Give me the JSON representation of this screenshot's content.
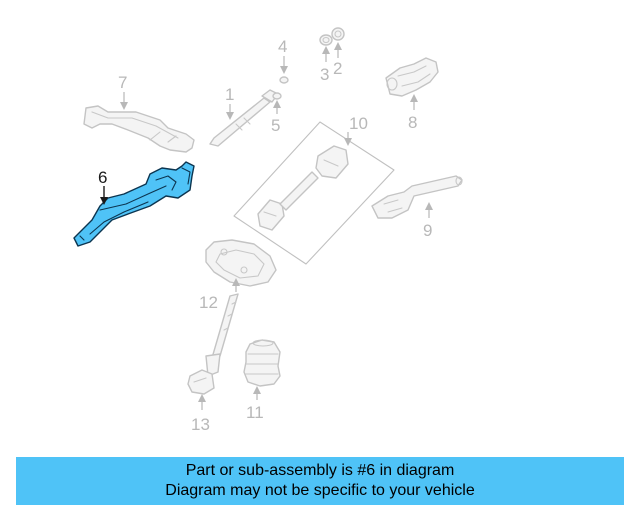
{
  "diagram": {
    "highlighted_part": "6",
    "callouts": {
      "c1": "1",
      "c2": "2",
      "c3": "3",
      "c4": "4",
      "c5": "5",
      "c6": "6",
      "c7": "7",
      "c8": "8",
      "c9": "9",
      "c10": "10",
      "c11": "11",
      "c12": "12",
      "c13": "13"
    },
    "colors": {
      "highlight": "#4fc3f7",
      "outline": "#c4c4c4",
      "banner": "#4fc3f7",
      "callout_text": "#b8b8b8",
      "highlight_callout": "#1a1a1a"
    }
  },
  "banner": {
    "line1": "Part or sub-assembly is #6 in diagram",
    "line2": "Diagram may not be specific to your vehicle"
  }
}
